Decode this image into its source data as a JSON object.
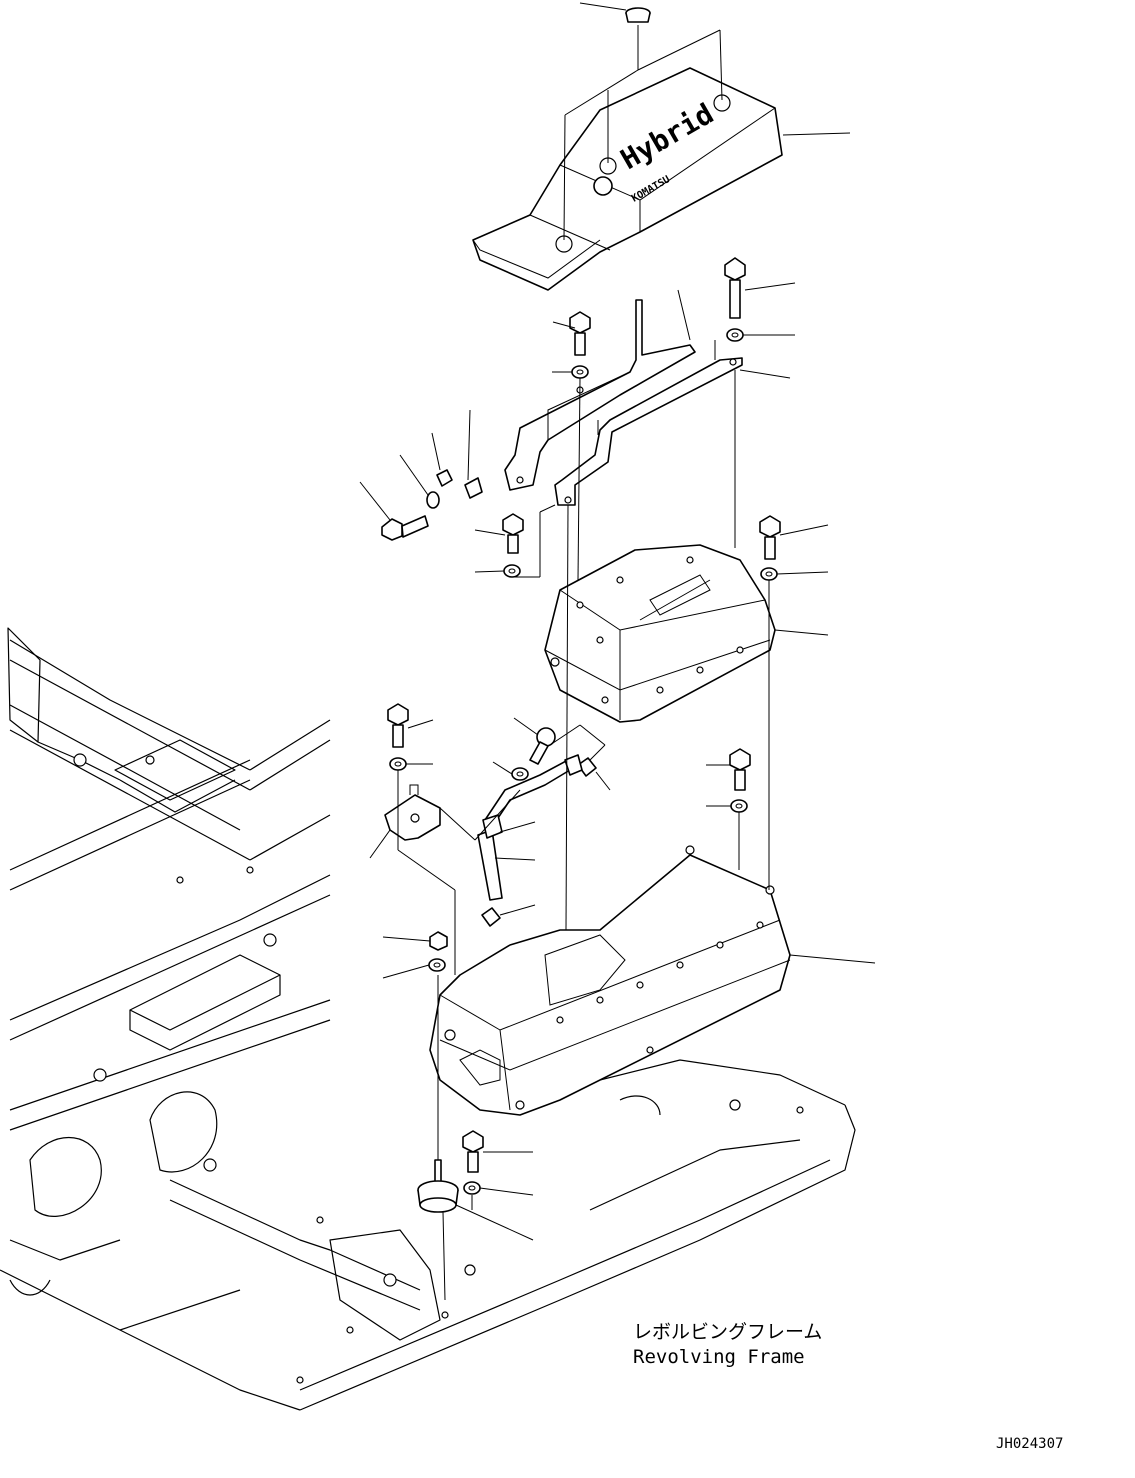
{
  "diagram": {
    "cover_logo_text": "Hybrid",
    "cover_small_text": "KOMATSU",
    "frame_label_jp": "レボルビングフレーム",
    "frame_label_en": "Revolving Frame",
    "drawing_id": "JH024307"
  }
}
